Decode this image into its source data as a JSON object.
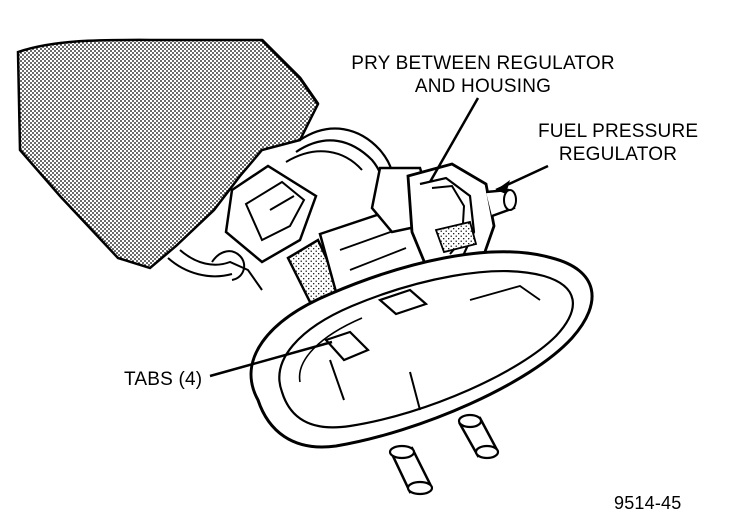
{
  "labels": {
    "pry_line1": "PRY BETWEEN REGULATOR",
    "pry_line2": "AND HOUSING",
    "fuel_line1": "FUEL PRESSURE",
    "fuel_line2": "REGULATOR",
    "tabs": "TABS (4)",
    "figure_number": "9514-45"
  }
}
